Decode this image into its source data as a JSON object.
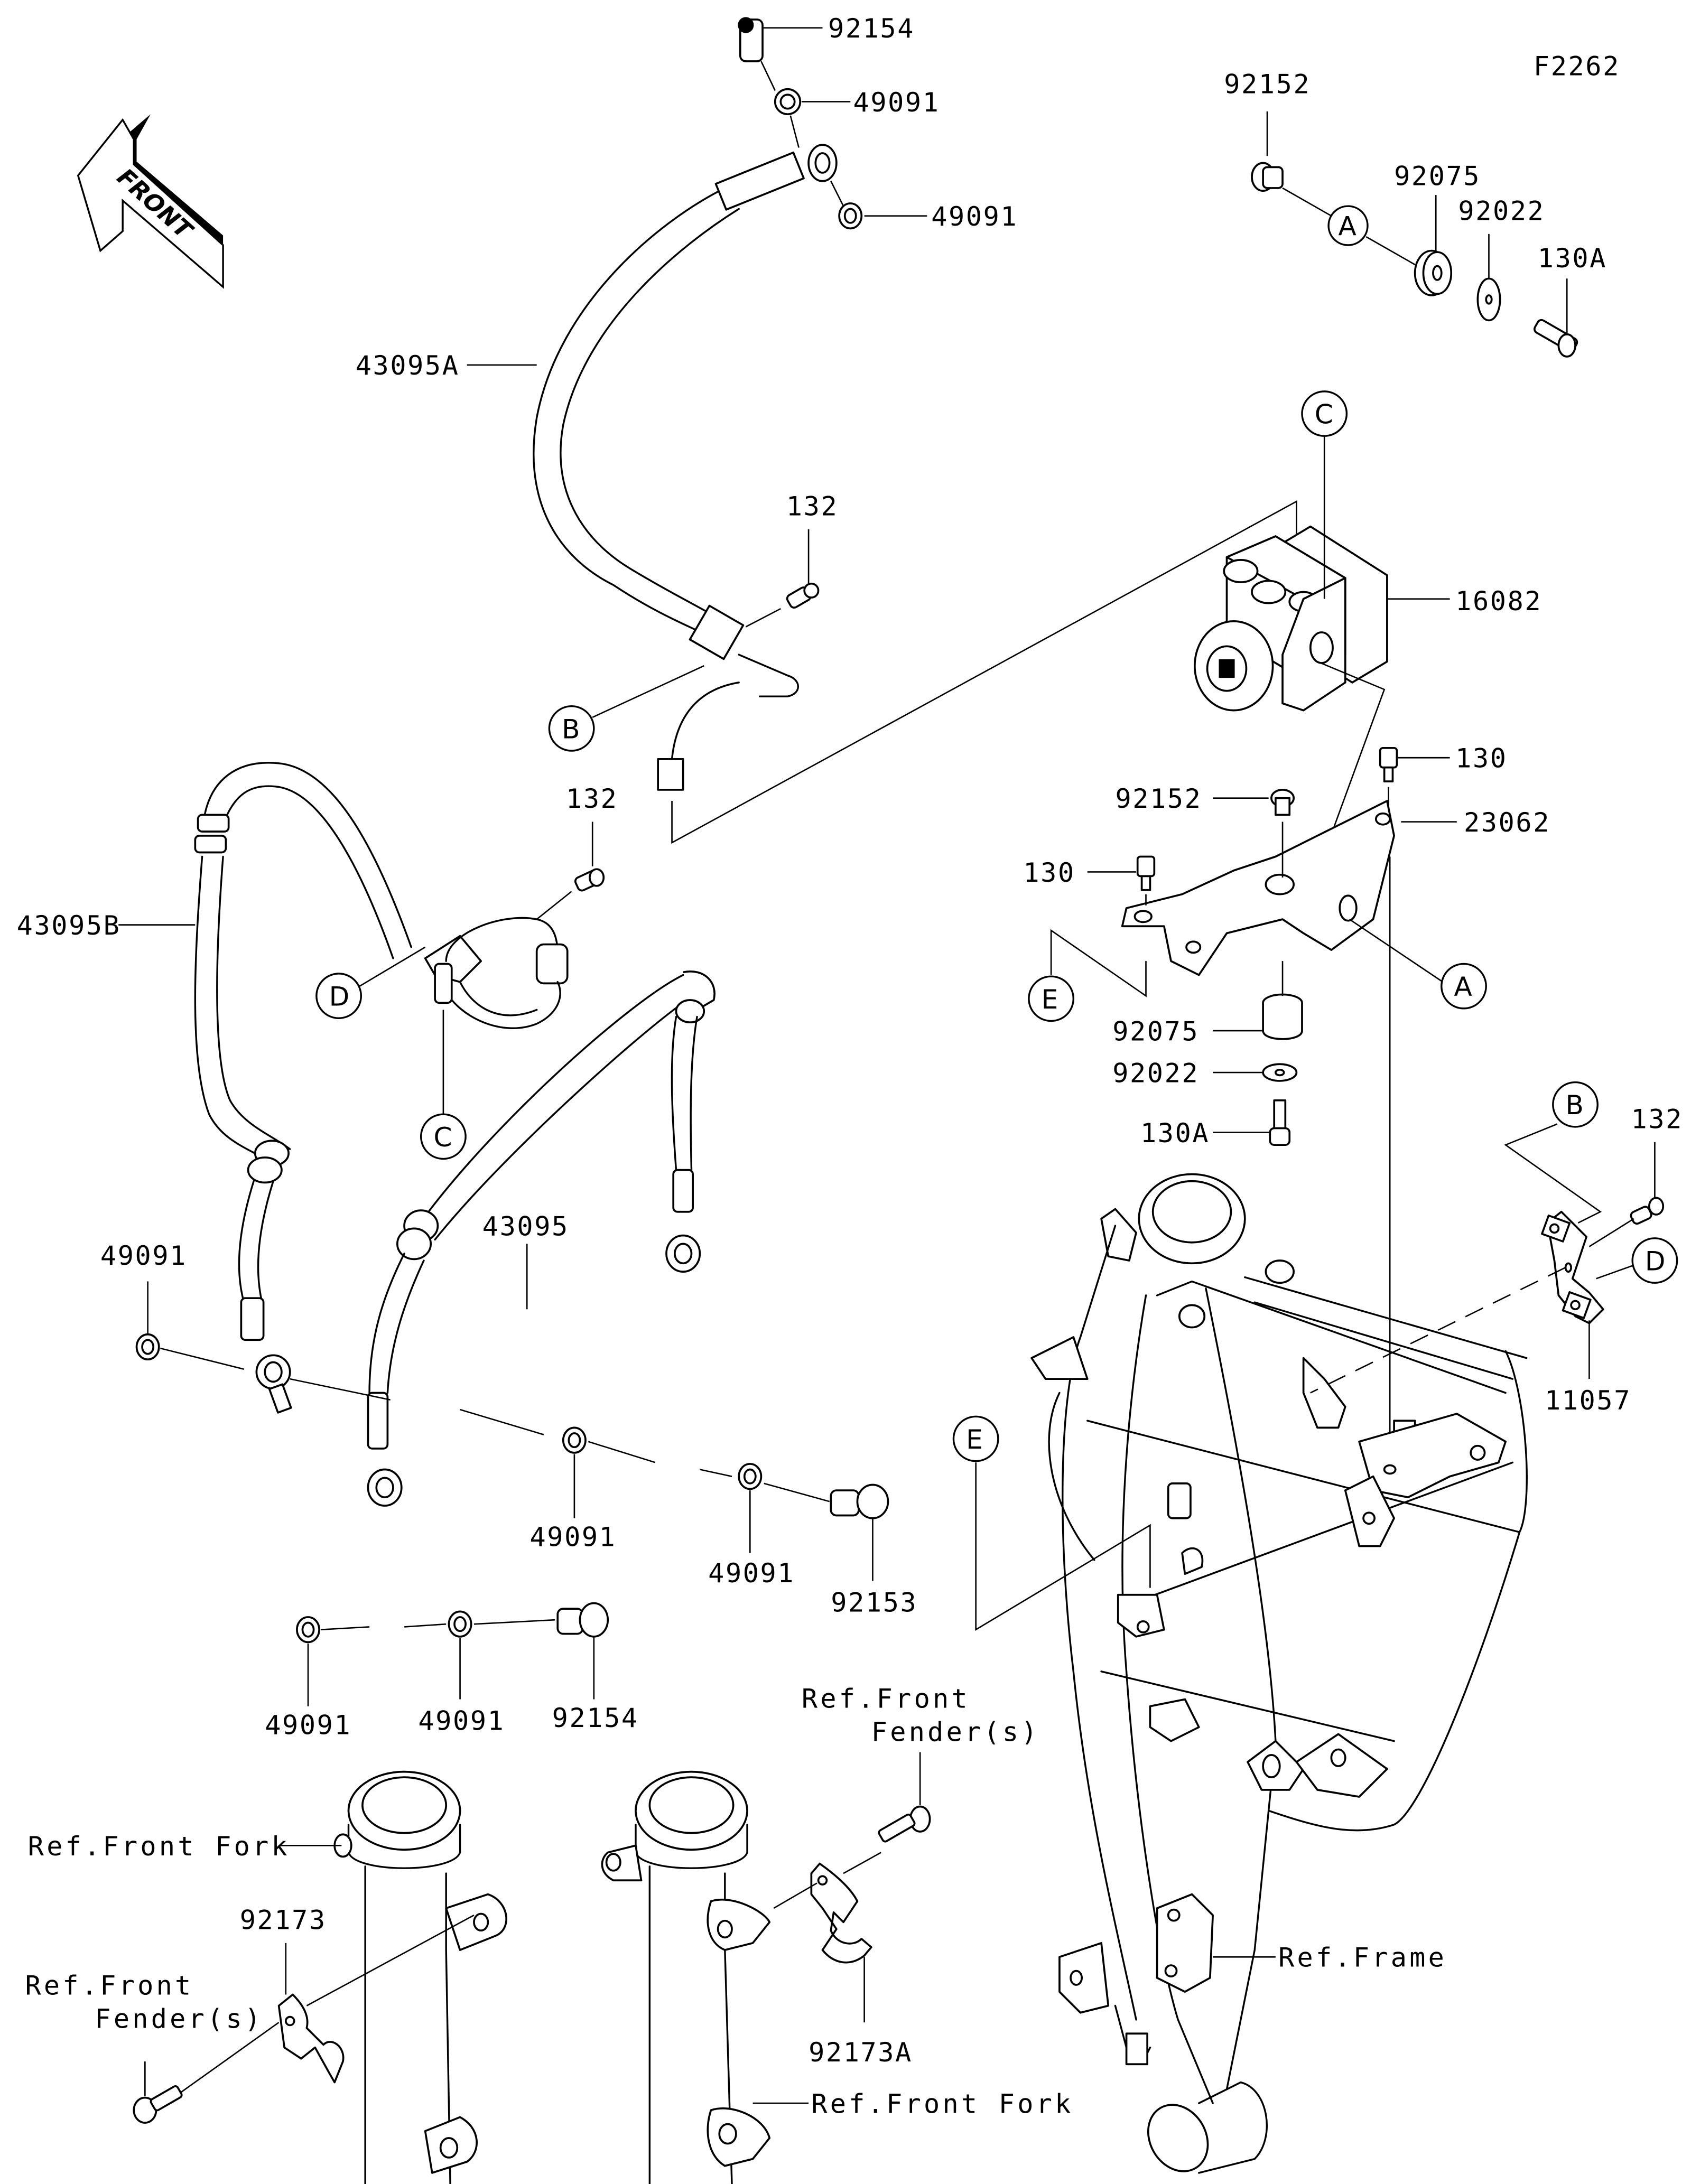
{
  "diagram": {
    "code": "F2262",
    "direction_badge": "FRONT",
    "line_color": "#000000",
    "background": "#ffffff",
    "part_labels": {
      "hose_a": "43095A",
      "hose_b": "43095B",
      "hose_main": "43095",
      "bolt_top": "92154",
      "washer_top_1": "49091",
      "washer_top_2": "49091",
      "bolt_132_a": "132",
      "bolt_132_b": "132",
      "bolt_132_c": "132",
      "collar_top": "92152",
      "damper_top": "92075",
      "washer_92022_top": "92022",
      "bolt_130a_top": "130A",
      "abs_unit": "16082",
      "collar_mid": "92152",
      "bolt_130_right": "130",
      "bracket": "23062",
      "bolt_130_left": "130",
      "damper_mid": "92075",
      "washer_92022_mid": "92022",
      "bolt_130a_mid": "130A",
      "washer_left": "49091",
      "washer_mid_1": "49091",
      "washer_mid_2": "49091",
      "banjo_92153": "92153",
      "washer_bot_1": "49091",
      "washer_bot_2": "49091",
      "bolt_bottom": "92154",
      "clamp_11057": "11057",
      "clamp_92173": "92173",
      "clamp_92173a": "92173A"
    },
    "references": {
      "front_fork_left": "Ref.Front Fork",
      "front_fork_right": "Ref.Front Fork",
      "fender_left_line1": "Ref.Front",
      "fender_left_line2": "Fender(s)",
      "fender_right_line1": "Ref.Front",
      "fender_right_line2": "Fender(s)",
      "frame": "Ref.Frame"
    },
    "callouts": {
      "a_top": "A",
      "a_bracket": "A",
      "b_hose": "B",
      "b_clamp": "B",
      "c_abs": "C",
      "c_hose": "C",
      "d_hose": "D",
      "d_clamp": "D",
      "e_bracket": "E",
      "e_frame": "E"
    }
  }
}
